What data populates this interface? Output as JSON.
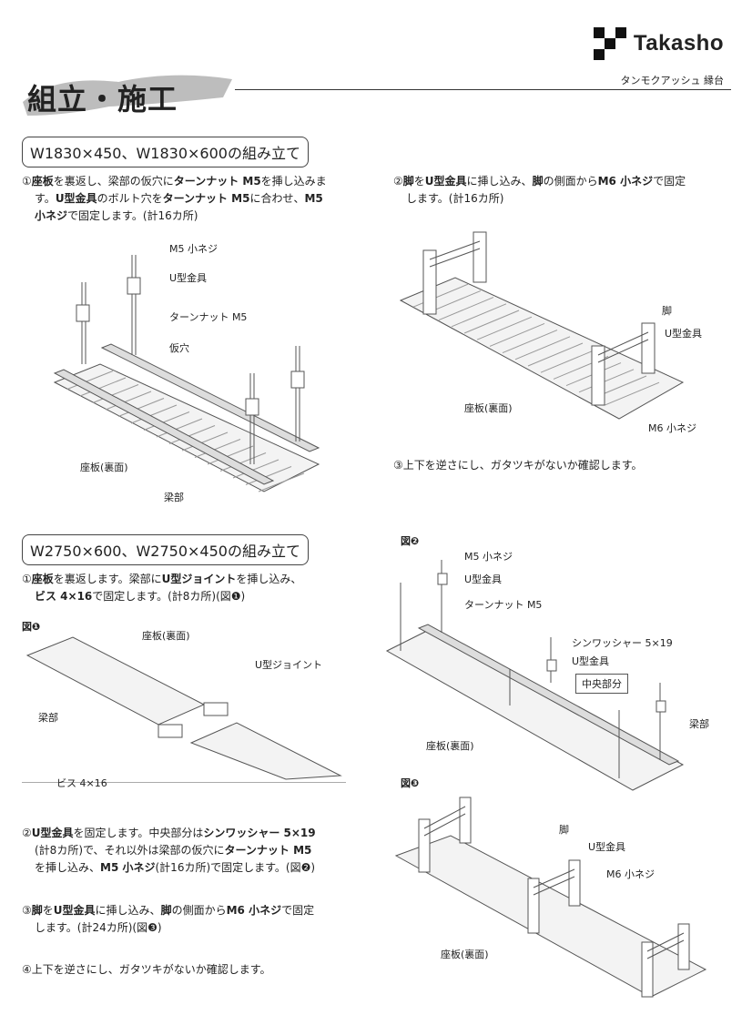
{
  "header": {
    "brand": "Takasho",
    "subtitle": "タンモクアッシュ 縁台",
    "title": "組立・施工"
  },
  "section1": {
    "title": "W1830×450、W1830×600の組み立て",
    "step1": {
      "n": "①",
      "t1": "座板",
      "t2": "を裏返し、梁部の仮穴に",
      "t3": "ターンナット M5",
      "t4": "を挿し込みま",
      "t5": "す。",
      "t6": "U型金具",
      "t7": "のボルト穴を",
      "t8": "ターンナット M5",
      "t9": "に合わせ、",
      "t10": "M5",
      "t11": "小ネジ",
      "t12": "で固定します。(計16カ所)"
    },
    "step2": {
      "n": "②",
      "t1": "脚",
      "t2": "を",
      "t3": "U型金具",
      "t4": "に挿し込み、",
      "t5": "脚",
      "t6": "の側面から",
      "t7": "M6 小ネジ",
      "t8": "で固定",
      "t9": "します。(計16カ所)"
    },
    "step3": "③上下を逆さにし、ガタツキがないか確認します。",
    "fig_a_labels": {
      "screw": "M5 小ネジ",
      "bracket": "U型金具",
      "nut": "ターンナット M5",
      "hole": "仮穴",
      "seat": "座板(裏面)",
      "beam": "梁部"
    },
    "fig_b_labels": {
      "leg": "脚",
      "bracket": "U型金具",
      "seat": "座板(裏面)",
      "screw": "M6 小ネジ"
    }
  },
  "section2": {
    "title": "W2750×600、W2750×450の組み立て",
    "step1": {
      "n": "①",
      "t1": "座板",
      "t2": "を裏返します。梁部に",
      "t3": "U型ジョイント",
      "t4": "を挿し込み、",
      "t5": "ビス 4×16",
      "t6": "で固定します。(計8カ所)(図",
      "t7": "❶",
      "t8": ")"
    },
    "fig1": {
      "caption": "図❶",
      "seat": "座板(裏面)",
      "joint": "U型ジョイント",
      "beam": "梁部",
      "screw": "ビス 4×16"
    },
    "step2": {
      "n": "②",
      "t1": "U型金具",
      "t2": "を固定します。中央部分は",
      "t3": "シンワッシャー 5×19",
      "t4": "(計8カ所)で、それ以外は梁部の仮穴に",
      "t5": "ターンナット M5",
      "t6": "を挿し込み、",
      "t7": "M5 小ネジ",
      "t8": "(計16カ所)で固定します。(図",
      "t9": "❷",
      "t10": ")"
    },
    "step3": {
      "n": "③",
      "t1": "脚",
      "t2": "を",
      "t3": "U型金具",
      "t4": "に挿し込み、",
      "t5": "脚",
      "t6": "の側面から",
      "t7": "M6 小ネジ",
      "t8": "で固定",
      "t9": "します。(計24カ所)(図",
      "t10": "❸",
      "t11": ")"
    },
    "step4": "④上下を逆さにし、ガタツキがないか確認します。",
    "fig2": {
      "caption": "図❷",
      "screw": "M5 小ネジ",
      "bracket": "U型金具",
      "nut": "ターンナット M5",
      "washer": "シンワッシャー 5×19",
      "bracket2": "U型金具",
      "center": "中央部分",
      "beam": "梁部",
      "seat": "座板(裏面)"
    },
    "fig3": {
      "caption": "図❸",
      "leg": "脚",
      "bracket": "U型金具",
      "screw": "M6 小ネジ",
      "seat": "座板(裏面)"
    }
  }
}
